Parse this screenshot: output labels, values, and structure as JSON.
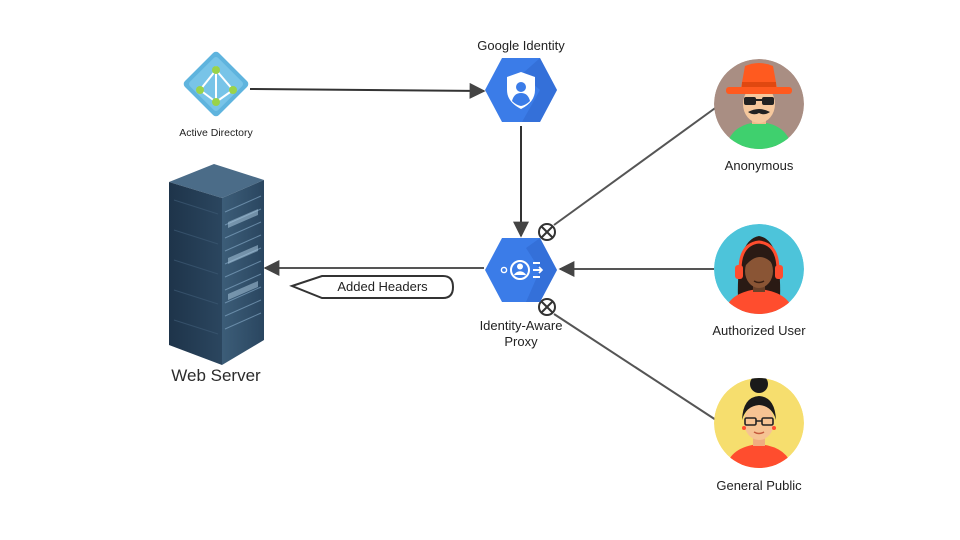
{
  "nodes": {
    "active_directory": {
      "label": "Active Directory",
      "icon": "active-directory-icon",
      "color": "#5fb4de"
    },
    "google_identity": {
      "label": "Google Identity",
      "icon": "shield-user-icon",
      "color": "#3b7ce8"
    },
    "proxy": {
      "label_line1": "Identity-Aware",
      "label_line2": "Proxy",
      "icon": "identity-aware-proxy-icon",
      "color": "#3b7ce8"
    },
    "web_server": {
      "label": "Web Server",
      "icon": "server-rack-icon",
      "color": "#2c4a66"
    },
    "anonymous": {
      "label": "Anonymous",
      "icon": "anonymous-user-avatar",
      "color": "#a98e83"
    },
    "authorized_user": {
      "label": "Authorized User",
      "icon": "headset-user-avatar",
      "color": "#4dc4da"
    },
    "general_public": {
      "label": "General Public",
      "icon": "public-user-avatar",
      "color": "#f6de6e"
    }
  },
  "edges": {
    "headers_label": "Added Headers"
  }
}
